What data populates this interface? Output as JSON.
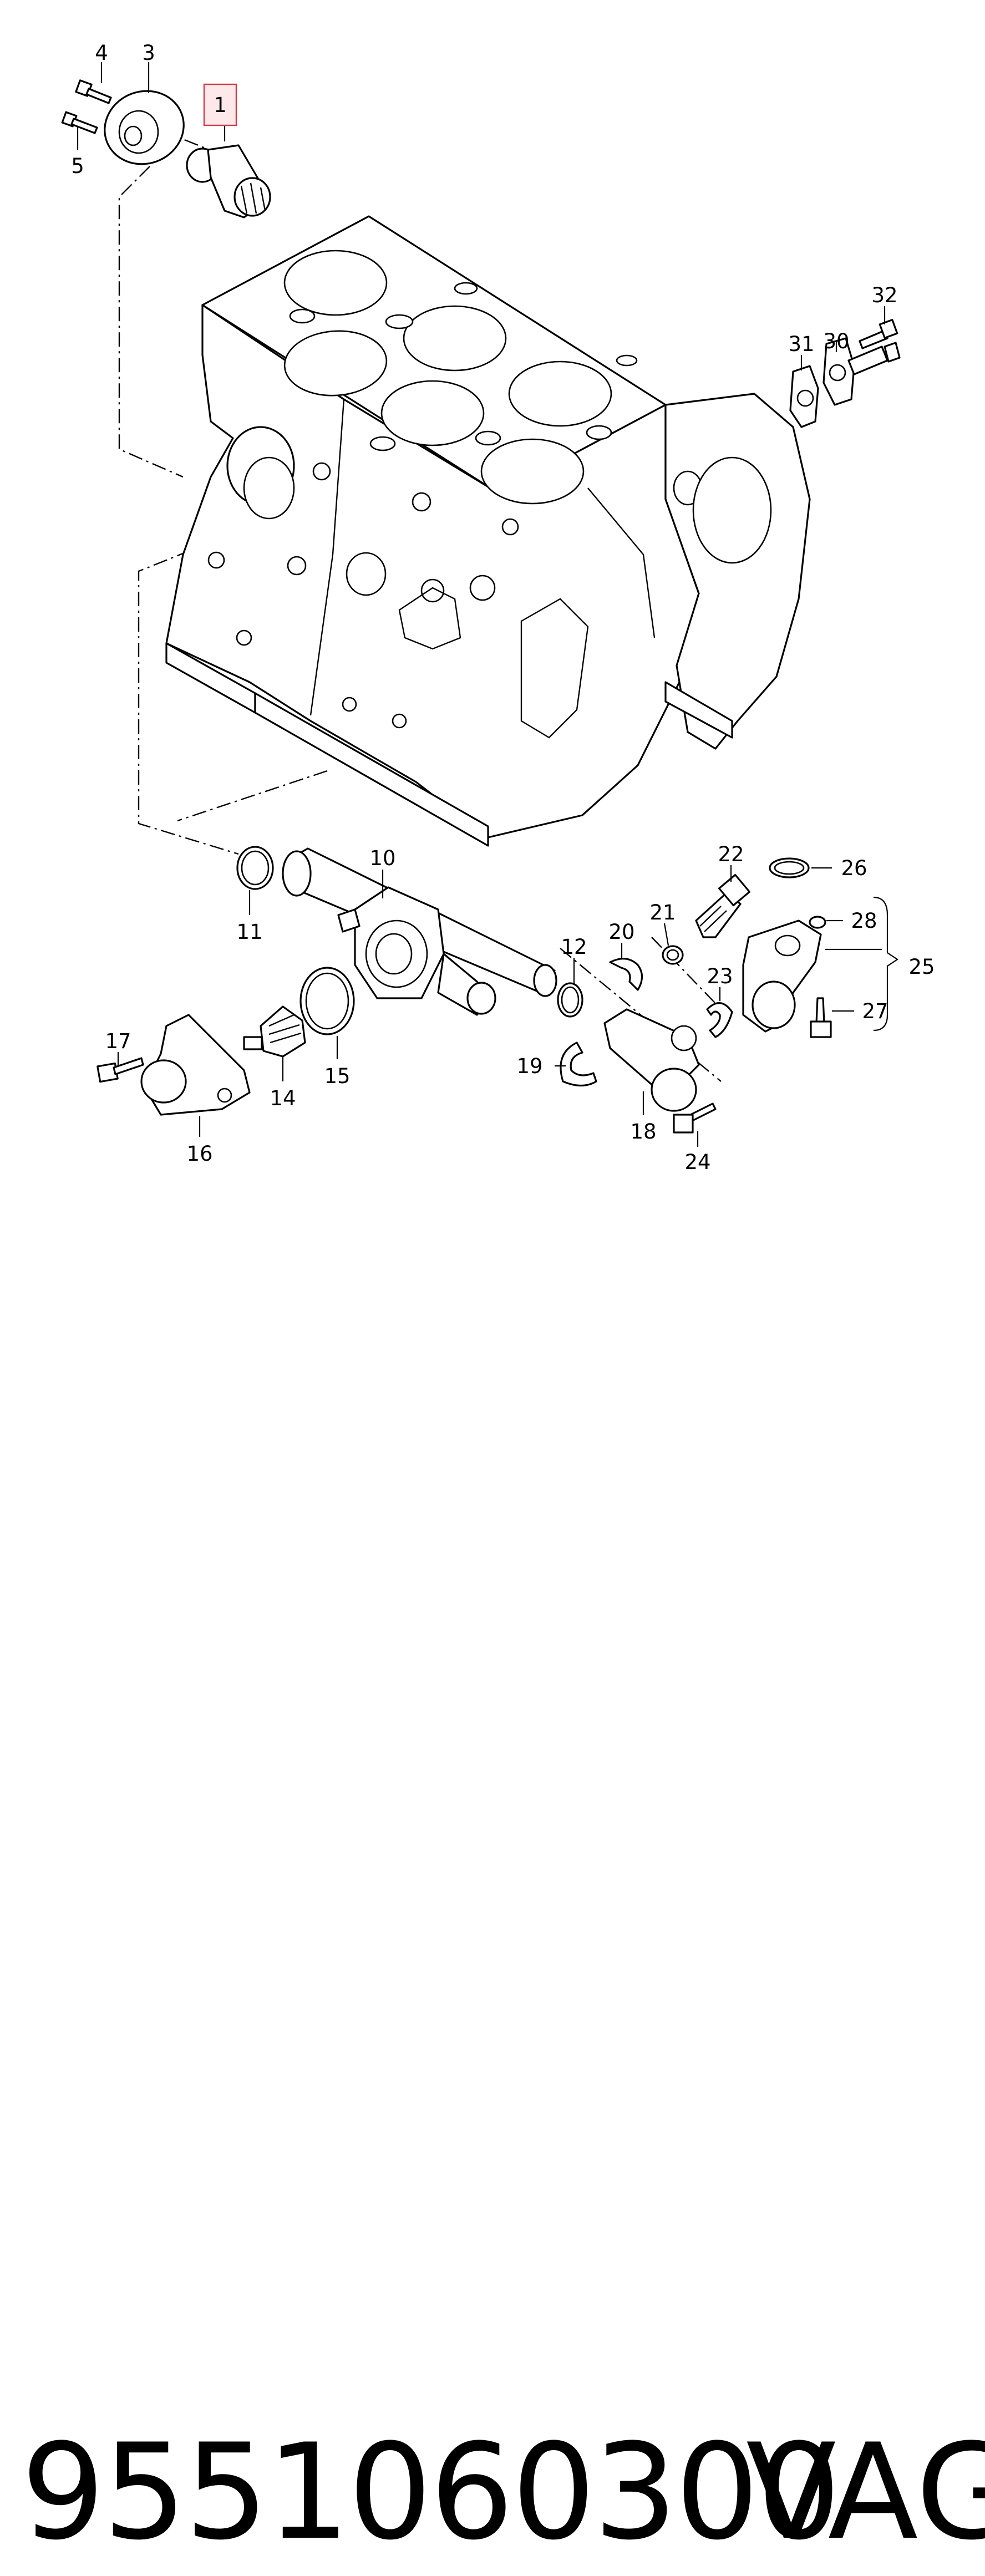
{
  "callouts": [
    "1",
    "3",
    "4",
    "5",
    "10",
    "11",
    "12",
    "14",
    "15",
    "16",
    "17",
    "18",
    "19",
    "20",
    "21",
    "22",
    "23",
    "24",
    "25",
    "26",
    "27",
    "28",
    "30",
    "31",
    "32"
  ],
  "highlighted_callout": "1",
  "caption": {
    "part_number": "9551060300",
    "brand": "VAG"
  },
  "colors": {
    "line": "#000000",
    "background": "#ffffff",
    "highlight_border": "#d33a4a",
    "highlight_fill": "#fde8ea"
  }
}
